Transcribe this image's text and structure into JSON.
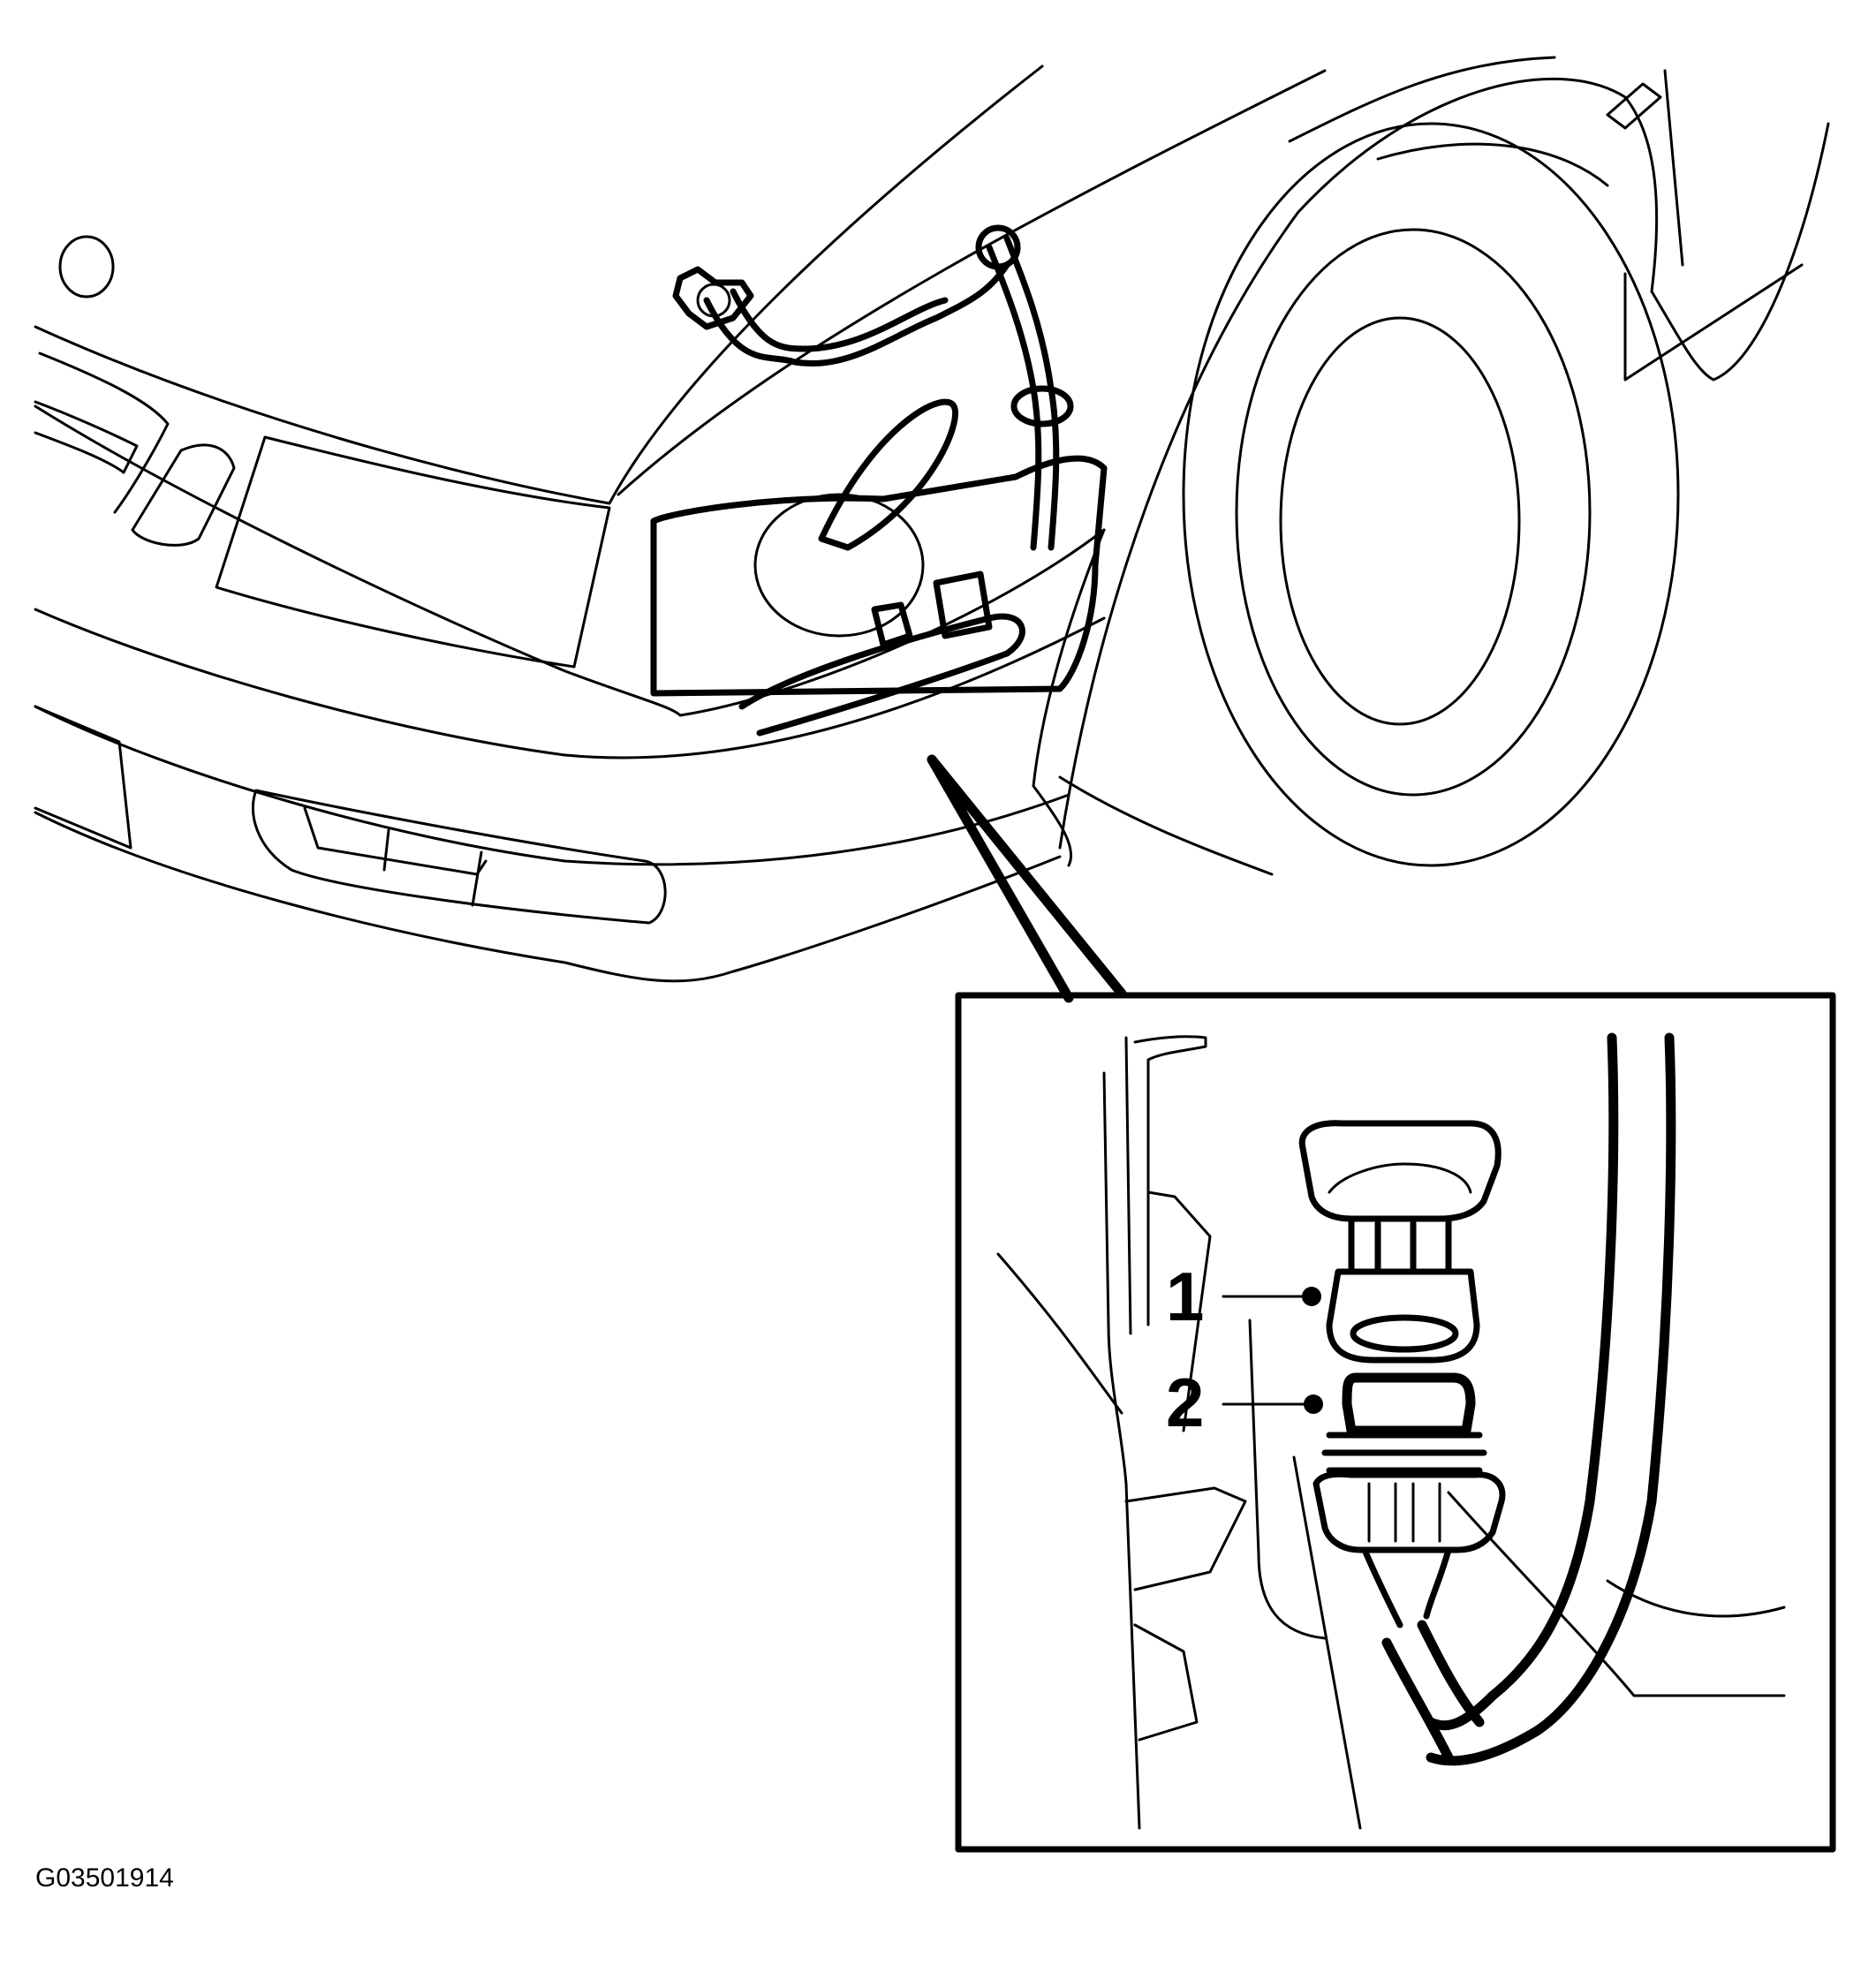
{
  "figure": {
    "code": "G03501914"
  },
  "callouts": [
    {
      "label": "1",
      "part": "connector-plug"
    },
    {
      "label": "2",
      "part": "connector-socket"
    }
  ],
  "colors": {
    "line": "#000000",
    "background": "#ffffff"
  }
}
